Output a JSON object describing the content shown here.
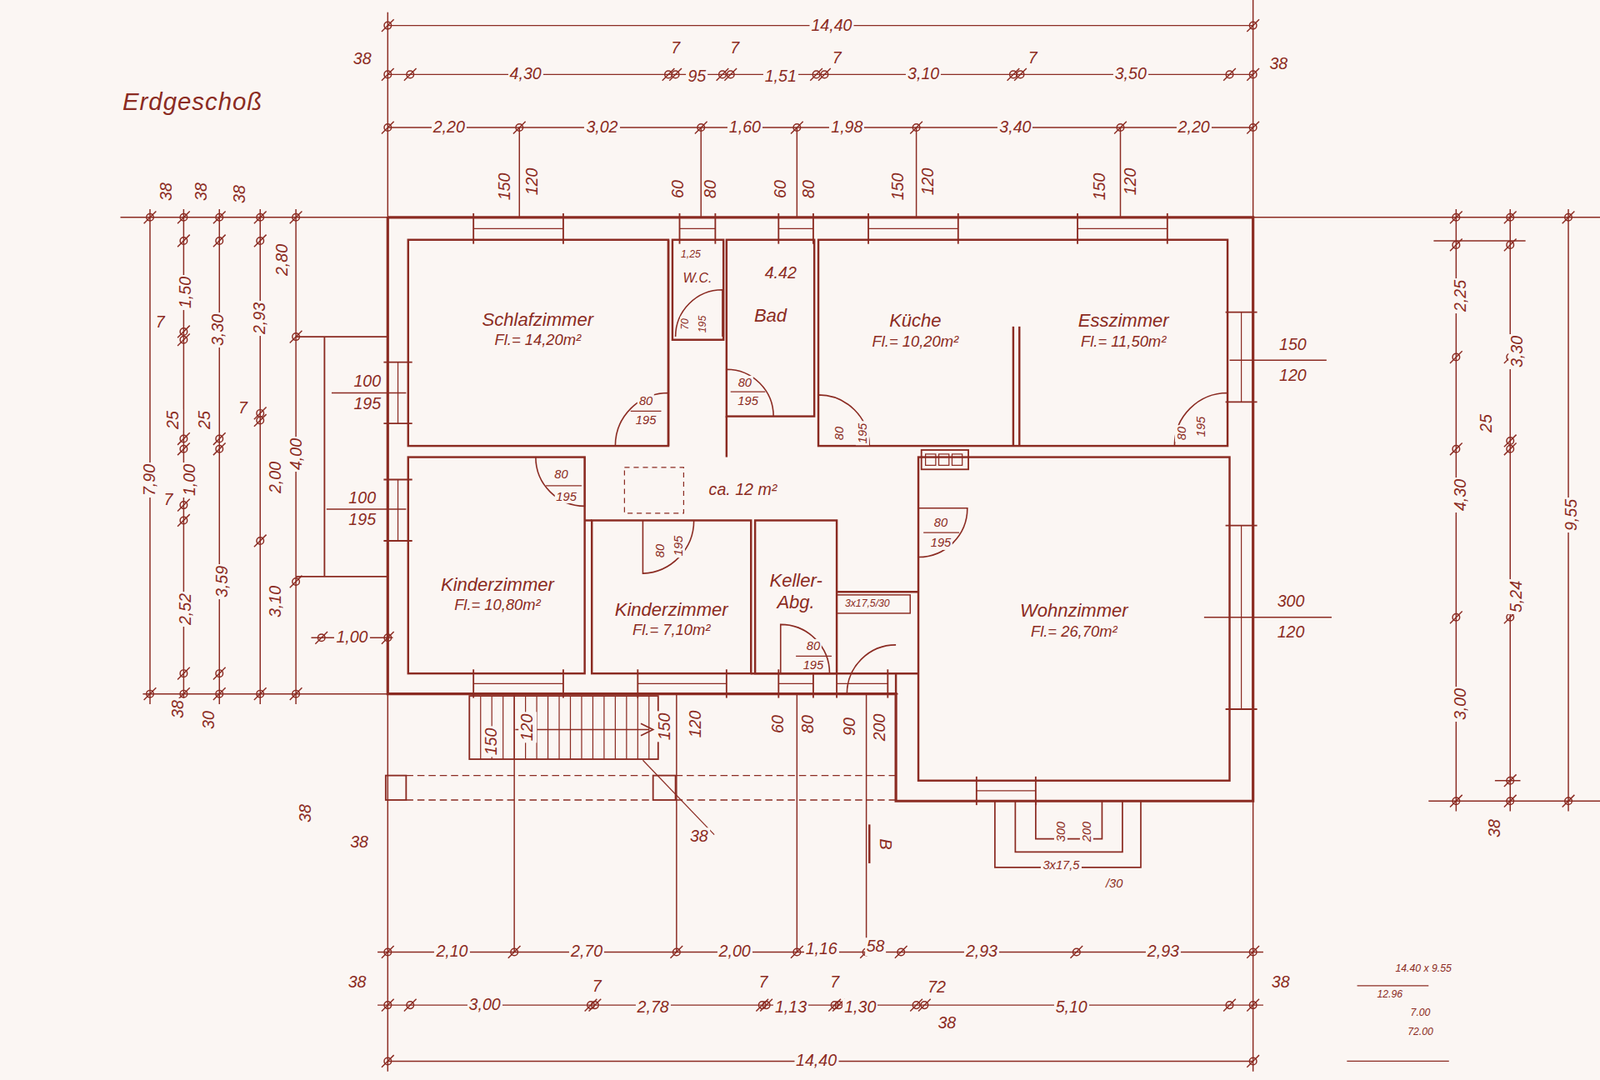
{
  "diagram": {
    "title": "Erdgeschoß",
    "nodes": [
      {
        "text": [
          "Schlafzimmer",
          "Fl.= 14,20m²"
        ]
      },
      {
        "text": [
          "W.C."
        ]
      },
      {
        "text": [
          "Bad"
        ]
      },
      {
        "text": [
          "Küche",
          "Fl.= 10,20m²"
        ]
      },
      {
        "text": [
          "Esszimmer",
          "Fl.= 11,50m²"
        ]
      },
      {
        "text": [
          "Kinderzimmer",
          "Fl.= 10,80m²"
        ]
      },
      {
        "text": [
          "Kinderzimmer",
          "Fl.= 7,10m²"
        ]
      },
      {
        "text": [
          "Keller- Abg."
        ]
      },
      {
        "text": [
          "Wohnzimmer",
          "Fl.= 26,70m²"
        ]
      }
    ],
    "labels": [
      "14,40",
      "38",
      "4,30",
      "7",
      "95",
      "7",
      "1,51",
      "7",
      "3,10",
      "7",
      "3,50",
      "38",
      "2,20",
      "3,02",
      "1,60",
      "1,98",
      "3,40",
      "2,20",
      "150",
      "120",
      "60",
      "80",
      "60",
      "80",
      "150",
      "120",
      "150",
      "120",
      "38",
      "38",
      "38",
      "1,50",
      "7",
      "3,30",
      "2,93",
      "2,80",
      "7",
      "25",
      "25",
      "7,90",
      "1,00",
      "7",
      "2,00",
      "4,00",
      "2,52",
      "3,59",
      "3,10",
      "1,00",
      "38",
      "30",
      "100",
      "195",
      "100",
      "195",
      "150",
      "120",
      "300",
      "120",
      "2,25",
      "3,30",
      "25",
      "4,30",
      "9,55",
      "5,24",
      "3,00",
      "38",
      "150",
      "120",
      "150",
      "120",
      "60",
      "80",
      "90",
      "200",
      "38",
      "38",
      "38",
      "B",
      "300",
      "200",
      "3x17,5",
      "/30",
      "3x17,5/30",
      "2,10",
      "2,70",
      "2,00",
      "1,16",
      "58",
      "2,93",
      "2,93",
      "38",
      "3,00",
      "7",
      "2,78",
      "7",
      "1,13",
      "7",
      "1,30",
      "72",
      "38",
      "5,10",
      "38",
      "14,40",
      "80",
      "195",
      "70",
      "195",
      "80",
      "195",
      "80",
      "195",
      "80",
      "195",
      "80",
      "195",
      "80",
      "195",
      "80",
      "195",
      "80",
      "195",
      "4.42",
      "ca. 12 m²",
      "1,25",
      "14.40 x 9.55",
      "12.96",
      "7.00",
      "72.00"
    ]
  }
}
